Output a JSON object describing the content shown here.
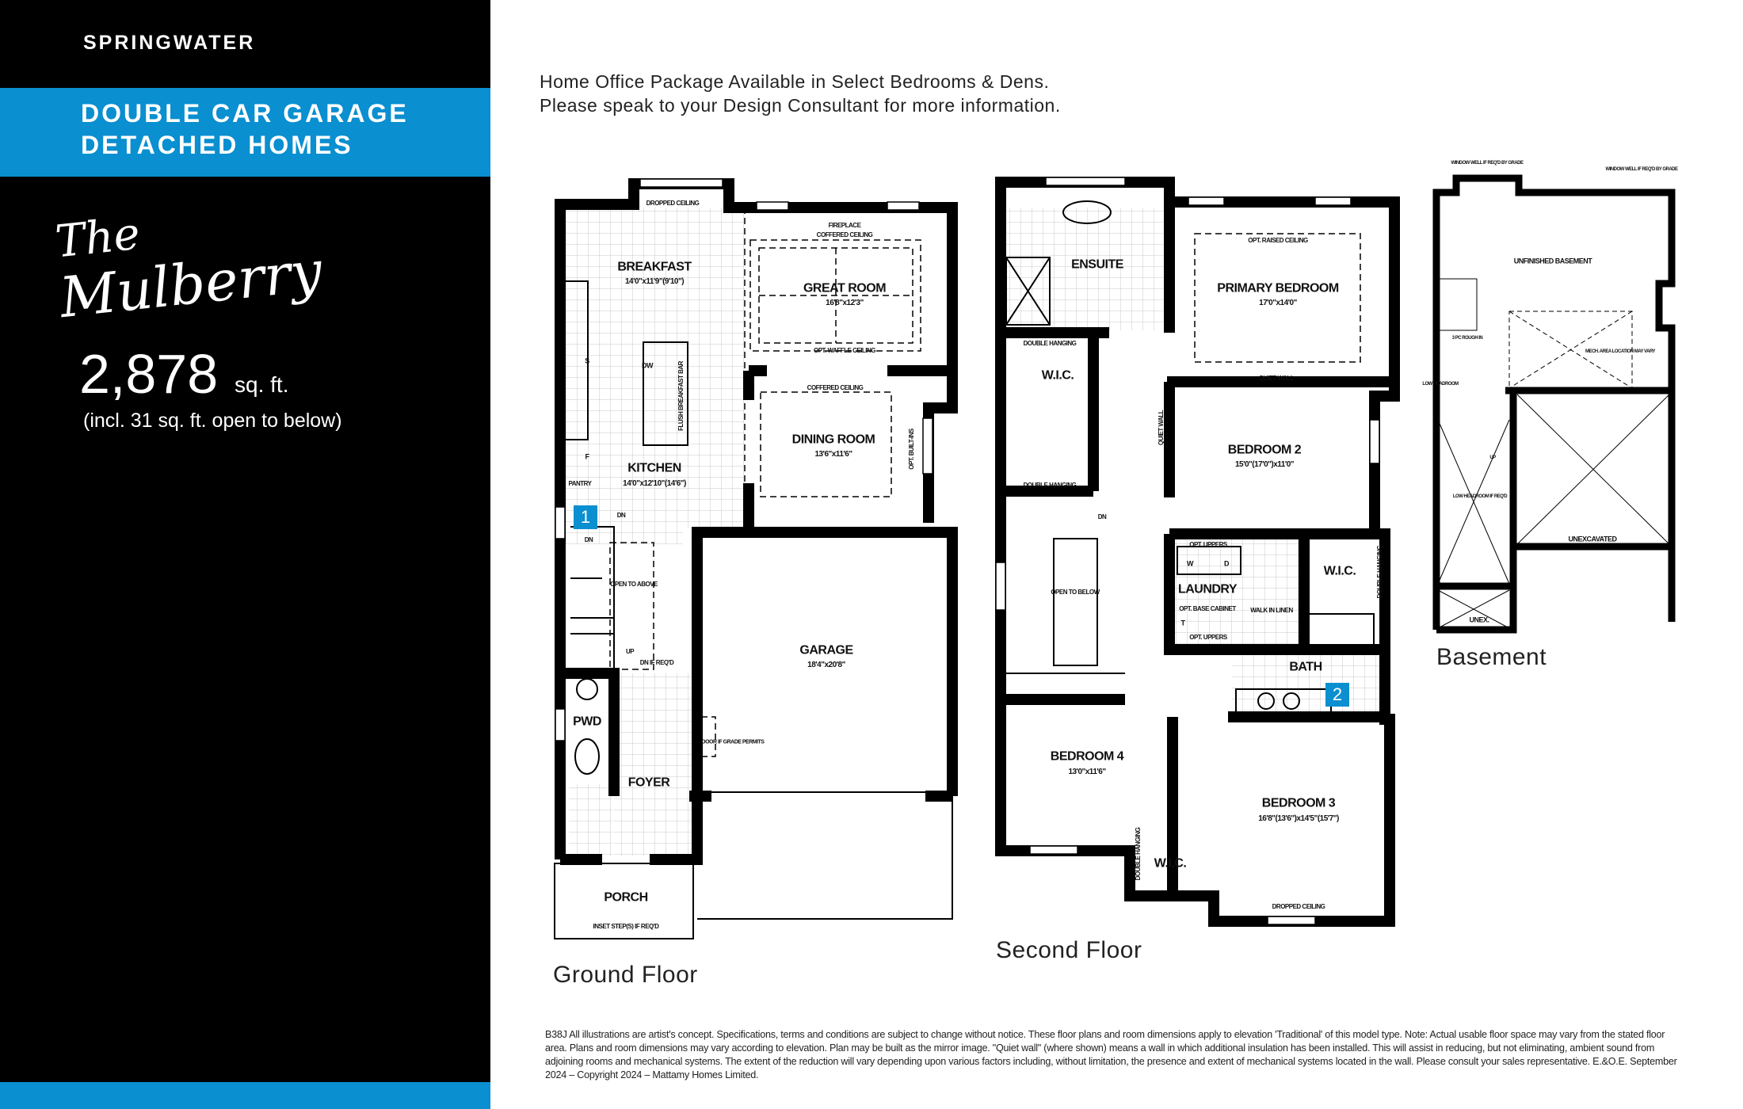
{
  "sidebar": {
    "community": "SPRINGWATER",
    "category_line1": "DOUBLE CAR GARAGE",
    "category_line2": "DETACHED HOMES",
    "model_name_line1": "The",
    "model_name_line2": "Mulberry",
    "sqft_value": "2,878",
    "sqft_unit": "sq. ft.",
    "sqft_note": "(incl. 31 sq. ft. open to below)"
  },
  "notice": {
    "line1": "Home Office Package Available in Select Bedrooms & Dens.",
    "line2": "Please speak to your Design Consultant for more information."
  },
  "ground_floor": {
    "title": "Ground Floor",
    "labels": [
      "DROPPED CEILING",
      "BREAKFAST",
      "14'0\"x11'9\"(9'10\")",
      "FIREPLACE",
      "COFFERED CEILING",
      "GREAT ROOM",
      "16'8\"x12'3\"",
      "OPT. WAFFLE CEILING",
      "DW",
      "S",
      "F",
      "PANTRY",
      "FLUSH BREAKFAST BAR",
      "COFFERED CEILING",
      "DINING ROOM",
      "13'6\"x11'6\"",
      "OPT. BUILT-INS",
      "KITCHEN",
      "14'0\"x12'10\"(14'6\")",
      "DN",
      "DN",
      "OPEN TO ABOVE",
      "UP",
      "DN IF REQ'D",
      "GARAGE",
      "18'4\"x20'8\"",
      "DOOR IF GRADE PERMITS",
      "PWD",
      "FOYER",
      "PORCH",
      "INSET STEP(S) IF REQ'D"
    ]
  },
  "second_floor": {
    "title": "Second Floor",
    "labels": [
      "ENSUITE",
      "OPT. RAISED CEILING",
      "PRIMARY BEDROOM",
      "17'0\"x14'0\"",
      "QUIET WALL",
      "DOUBLE HANGING",
      "W.I.C.",
      "DOUBLE HANGING",
      "QUIET WALL",
      "BEDROOM 2",
      "15'0\"(17'0\")x11'0\"",
      "DN",
      "OPEN TO BELOW",
      "OPT. UPPERS",
      "W",
      "D",
      "LAUNDRY",
      "OPT. BASE CABINET",
      "WALK IN LINEN",
      "T",
      "OPT. UPPERS",
      "W.I.C.",
      "DOUBLE HANGING",
      "BATH",
      "BEDROOM 4",
      "13'0\"x11'6\"",
      "BEDROOM 3",
      "16'8\"(13'6\")x14'5\"(15'7\")",
      "W.I.C.",
      "DOUBLE HANGING",
      "DROPPED CEILING"
    ]
  },
  "basement": {
    "title": "Basement",
    "labels": [
      "WINDOW WELL IF REQ'D BY GRADE",
      "WINDOW WELL IF REQ'D BY GRADE",
      "UNFINISHED BASEMENT",
      "3 PC ROUGH IN",
      "MECH. AREA LOCATION MAY VARY",
      "LOW HEADROOM",
      "UP",
      "LOW HEADROOM IF REQ'D",
      "UNEXCAVATED",
      "UNEX."
    ]
  },
  "badges": [
    "1",
    "2"
  ],
  "footer": "B38J All illustrations are artist's concept. Specifications, terms and conditions are subject to change without notice. These floor plans and room dimensions apply to elevation 'Traditional' of this model type. Note: Actual usable floor space may vary from the stated floor area. Plans and room dimensions may vary according to elevation. Plan may be built as the mirror image. \"Quiet wall\" (where shown) means a wall in which additional insulation has been installed. This will assist in reducing, but not eliminating, ambient sound from adjoining rooms and mechanical systems. The extent of the reduction will vary depending upon various factors including, without limitation, the presence and extent of mechanical systems located in the wall. Please consult your sales representative. E.&O.E. September 2024 – Copyright 2024 – Mattamy Homes Limited.",
  "colors": {
    "accent": "#0a8fd0",
    "panel": "#000000"
  }
}
